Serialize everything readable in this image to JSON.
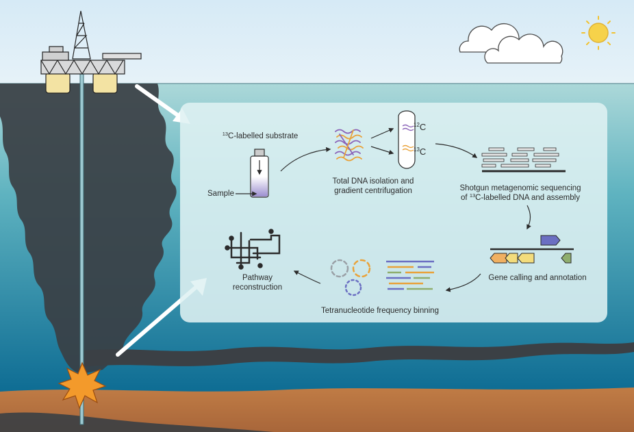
{
  "labels": {
    "substrate_prefix_sup": "13",
    "substrate_text": "C-labelled substrate",
    "sample": "Sample",
    "dna_isolation_line1": "Total DNA isolation and",
    "dna_isolation_line2": "gradient centrifugation",
    "isotope_light_sup": "12",
    "isotope_light_letter": "C",
    "isotope_heavy_sup": "13",
    "isotope_heavy_letter": "C",
    "sequencing_line1": "Shotgun metagenomic sequencing",
    "sequencing_line2_prefix": "of ",
    "sequencing_line2_sup": "13",
    "sequencing_line2_rest": "C-labelled DNA and assembly",
    "gene_calling": "Gene calling and annotation",
    "binning": "Tetranucleotide frequency binning",
    "pathway_line1": "Pathway",
    "pathway_line2": "reconstruction"
  },
  "colors": {
    "sky": "#dcecf5",
    "sea_top": "#a9d6d8",
    "sea_bottom": "#0e6f95",
    "seafloor": "#b5733f",
    "oil_plume": "#3a3f44",
    "panel": "#dff1f3",
    "sun": "#f6d24a",
    "explosion": "#f39a2b",
    "dna_purple": "#8a63b8",
    "dna_orange": "#e9a23a",
    "gene_blue": "#6b6fc2",
    "gene_yellow": "#f3dc7c",
    "gene_orange": "#f0b061",
    "gene_green": "#8fae6e"
  },
  "icons": [
    "oil-rig-icon",
    "cloud-icon",
    "sun-icon",
    "explosion-icon",
    "sample-bottle-icon",
    "dna-strands-icon",
    "centrifuge-tube-icon",
    "sequencing-reads-icon",
    "gene-map-icon",
    "binning-circles-icon",
    "pathway-network-icon"
  ]
}
